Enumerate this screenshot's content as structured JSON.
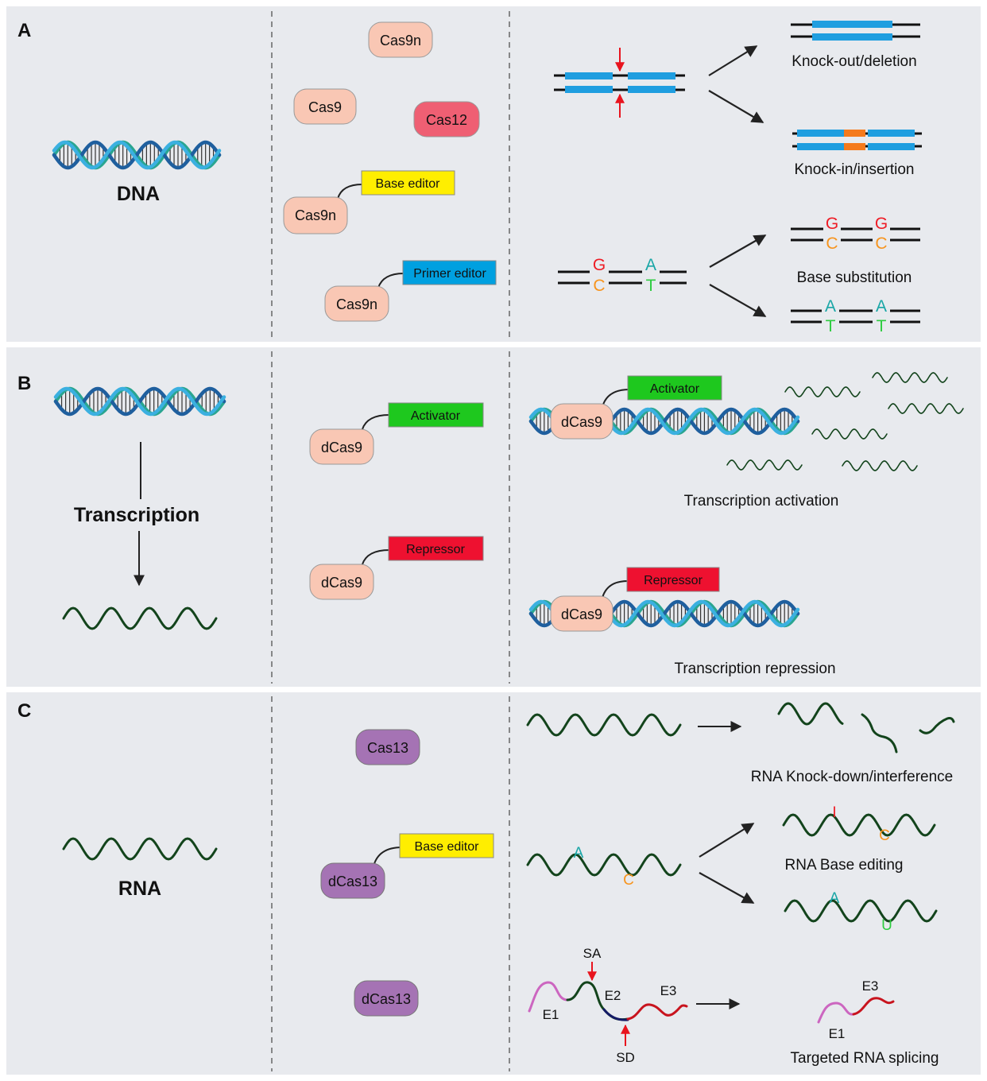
{
  "panels": {
    "A": {
      "letter": "A",
      "molecule": "DNA",
      "proteins": {
        "cas9n_top": "Cas9n",
        "cas9": "Cas9",
        "cas12": "Cas12",
        "cas9n_be": "Cas9n",
        "base_editor": "Base editor",
        "cas9n_pe": "Cas9n",
        "primer_editor": "Primer editor"
      },
      "outcomes": {
        "knockout": "Knock-out/deletion",
        "knockin": "Knock-in/insertion",
        "base_sub": "Base substitution"
      },
      "bases": {
        "g": "G",
        "c": "C",
        "a": "A",
        "t": "T"
      }
    },
    "B": {
      "letter": "B",
      "process": "Transcription",
      "proteins": {
        "dcas9_act": "dCas9",
        "activator": "Activator",
        "dcas9_rep": "dCas9",
        "repressor": "Repressor"
      },
      "outcomes": {
        "activation": "Transcription activation",
        "repression": "Transcription repression"
      }
    },
    "C": {
      "letter": "C",
      "molecule": "RNA",
      "proteins": {
        "cas13": "Cas13",
        "dcas13_be": "dCas13",
        "base_editor": "Base editor",
        "dcas13_splice": "dCas13"
      },
      "outcomes": {
        "knockdown": "RNA Knock-down/interference",
        "base_editing": "RNA Base editing",
        "splicing": "Targeted RNA splicing"
      },
      "bases": {
        "a": "A",
        "c": "C",
        "i": "I",
        "u": "U"
      },
      "splice": {
        "sa": "SA",
        "sd": "SD",
        "e1": "E1",
        "e2": "E2",
        "e3": "E3"
      }
    }
  },
  "colors": {
    "panel_bg": "#e8eaee",
    "cas9_fill": "#f9c7b4",
    "cas12_fill": "#ef5f73",
    "cas13_fill": "#a573b4",
    "base_editor": "#ffee00",
    "primer_editor": "#00a0e0",
    "activator": "#1ec81e",
    "repressor": "#ee1130",
    "dna_blue": "#1f9ee0",
    "insert_orange": "#f57a1c",
    "rna_green": "#13441c",
    "base_red": "#ee1c25",
    "base_orange": "#f7941d",
    "base_teal": "#19a6a6",
    "base_green": "#2ecc40",
    "exon_pink": "#cc66c0",
    "exon_navy": "#141a66",
    "exon_red": "#c8141e"
  }
}
